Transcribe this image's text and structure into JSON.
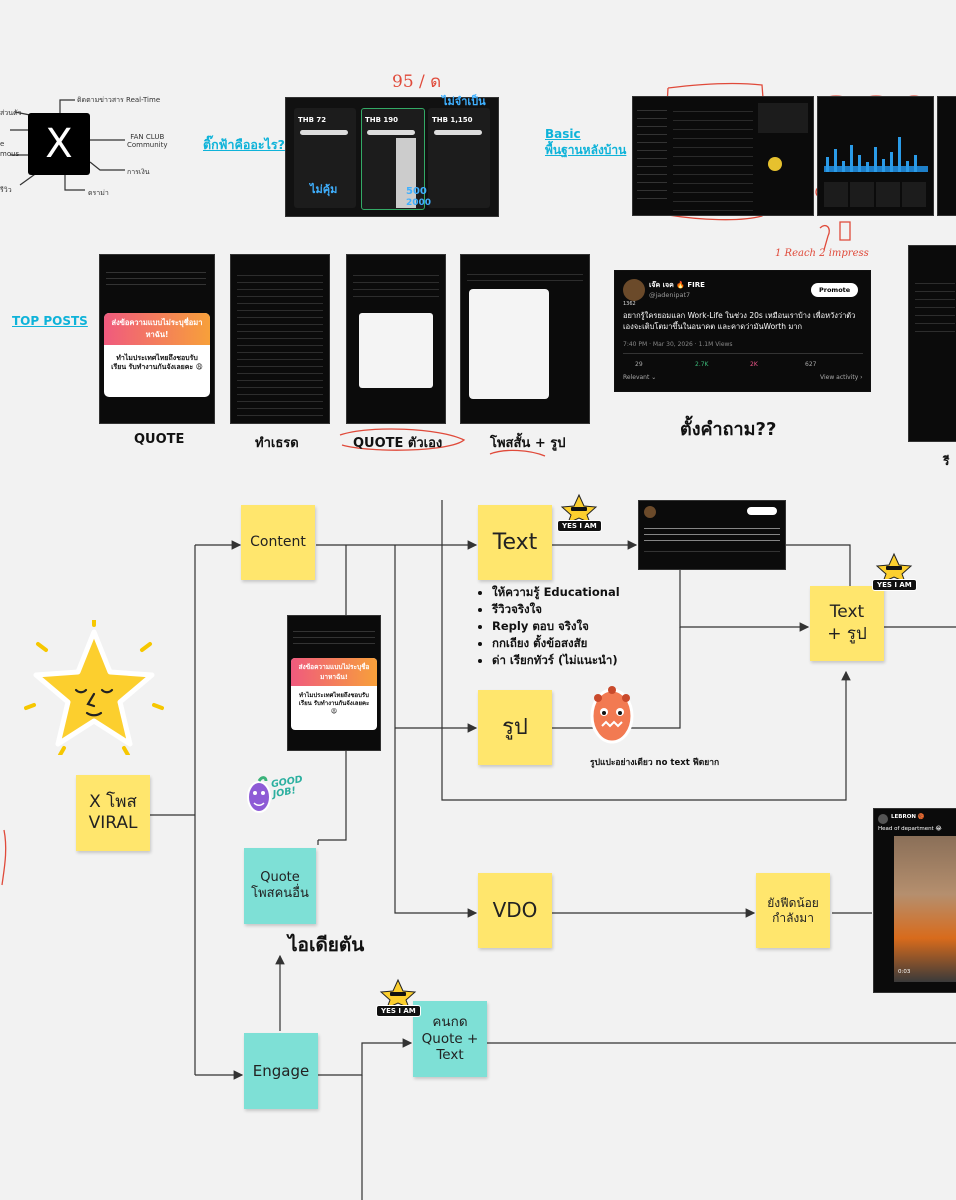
{
  "top_left_map": {
    "center_logo": "X",
    "branches": [
      "ติดตามข่าวสาร Real-Time",
      "FAN CLUB\nCommunity",
      "การเงิน",
      "ดราม่า",
      "ส่วนตัว",
      "e",
      "mous",
      "รีวิว"
    ]
  },
  "pricing": {
    "question": "ติ๊กฟ้าคือ​อะไร?",
    "handwritten_price": "95 / ด",
    "handwritten_not_worth": "ไม่คุ้ม",
    "handwritten_no_need": "ไม่จำเป็น",
    "handwritten_500": "500",
    "handwritten_2000": "2000",
    "tier_prices": [
      "THB 72",
      "THB 190",
      "THB 1,150"
    ]
  },
  "basic_label": "Basic\nพื้นฐานหลังบ้าน",
  "analytics_note": "1 Reach  2 impress",
  "top_posts": {
    "label": "TOP POSTS",
    "captions": [
      "QUOTE",
      "ทำเธรด",
      "QUOTE ตัวเอง",
      "โพสสั้น + รูป"
    ],
    "card1_banner": "ส่งข้อความแบบไม่ระบุชื่อมาหาฉัน!",
    "card1_body": "ทำไมประเทศไทยถึงชอบรับเรียน รับทำงานกันจังเลยคะ 😩"
  },
  "featured_post": {
    "name": "เจ๊ค เจค 🔥 FIRE",
    "handle": "@jadenipat7",
    "badge": "1362",
    "promote": "Promote",
    "text": "อยากรู้ใครยอมแลก Work-Life ในช่วง 20s เหมือนเราบ้าง เพื่อหวังว่าตัวเองจะเติบโตมาขึ้นในอนาคต และคาดว่ามันWorth มาก",
    "meta": "7:40 PM · Mar 30, 2026 · 1.1M Views",
    "stats": [
      "29",
      "2.7K",
      "2K",
      "627"
    ],
    "relevant": "Relevant ⌄",
    "view_activity": "View activity ›"
  },
  "question_text": "ตั้งคำถาม??",
  "right_edge_caption": "รี",
  "flow": {
    "root": "X โพส\nVIRAL",
    "content": "Content",
    "text": "Text",
    "image": "รูป",
    "vdo": "VDO",
    "text_image": "Text\n+ รูป",
    "quote_other": "Quote\nโพสคนอื่น",
    "engage": "Engage",
    "reply_quote": "คนกด\nQuote +\nText",
    "vdo_note": "ยังฟีดน้อย\nกำลังมา",
    "idea_label": "ไอเดียตัน",
    "image_note": "รูปแปะอย่างเดียว no text ฟีดยาก",
    "text_bullets": [
      "ให้ความรู้ Educational",
      "รีวิวจริงใจ",
      "Reply ตอบ จริงใจ",
      "กกเถียง ตั้งข้อสงสัย",
      "ด่า เรียกทัวร์ (ไม่แนะนำ)"
    ]
  },
  "stickers": {
    "yes_i_am": "YES I AM",
    "good_job": "GOOD JOB!"
  },
  "video_post": {
    "name": "LEBRON 🏀",
    "text": "Head of department 😂",
    "time": "0:03"
  }
}
